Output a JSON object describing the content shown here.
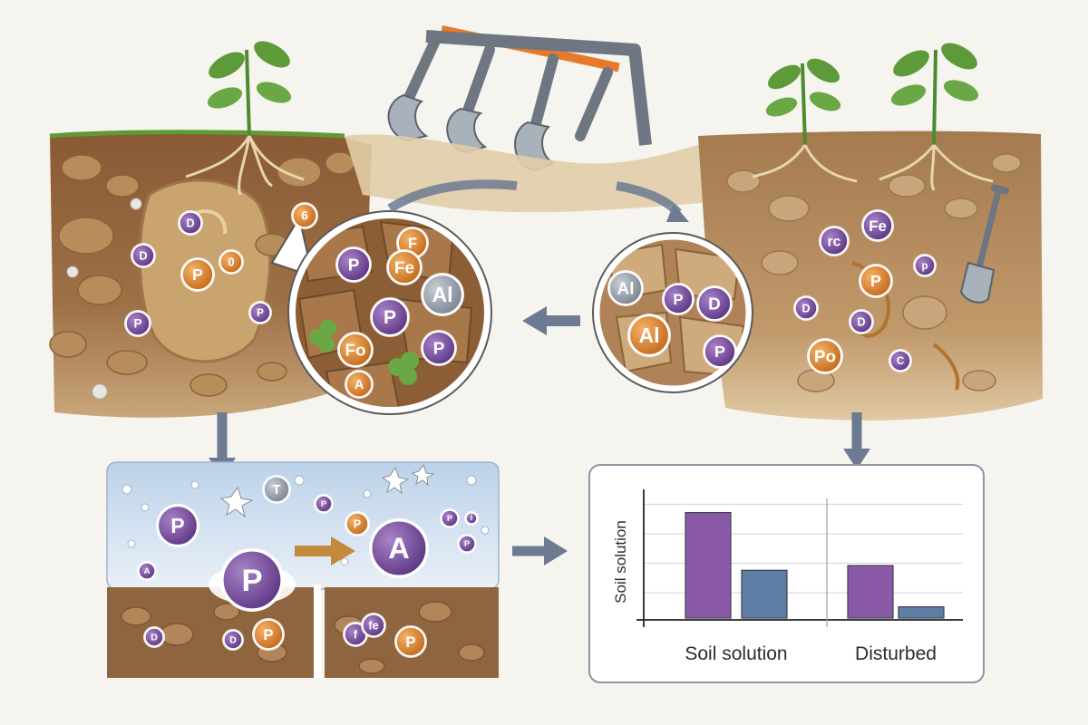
{
  "colors": {
    "soil_dark": "#7a5230",
    "soil_mid": "#9c7044",
    "soil_light": "#d9c09a",
    "phosphate": "#7b4fa0",
    "iron_orange": "#d9822b",
    "aluminum_grey": "#8f96a3",
    "arrow": "#6c7a92",
    "tiller_orange": "#e8782a",
    "tiller_grey": "#6e7781",
    "bar_purple": "#8a5aa8",
    "bar_blue": "#5f7ea6",
    "leaf_green": "#5c9a3a"
  },
  "icons": {
    "tillage_tool": "tiller-icon",
    "plant": "seedling-icon",
    "shovel": "shovel-icon"
  },
  "magnifier_left": {
    "ions": [
      "F",
      "P",
      "Fe",
      "Al",
      "P",
      "Fo",
      "P",
      "A"
    ]
  },
  "magnifier_right": {
    "ions": [
      "Al",
      "P",
      "D",
      "Al",
      "P"
    ]
  },
  "soil_left": {
    "ions": [
      "6",
      "D",
      "D",
      "P",
      "0",
      "P",
      "P"
    ]
  },
  "soil_right": {
    "ions": [
      "Fe",
      "rc",
      "P",
      "p",
      "D",
      "D",
      "Po",
      "C"
    ]
  },
  "solution_panel": {
    "ions": [
      "T",
      "P",
      "P",
      "A",
      "P",
      "P",
      "A",
      "P",
      "I",
      "P",
      "f"
    ]
  },
  "subsoil_left": {
    "ions": [
      "D",
      "D",
      "P"
    ]
  },
  "subsoil_right": {
    "ions": [
      "fe",
      "P"
    ]
  },
  "chart_data": {
    "type": "bar",
    "title": "",
    "xlabel": "",
    "ylabel": "Soil solution",
    "categories": [
      "Soil solution",
      "Disturbed"
    ],
    "series": [
      {
        "color": "#8a5aa8",
        "values": [
          0.88,
          0.43
        ]
      },
      {
        "color": "#5f7ea6",
        "values": [
          0.39,
          0.08
        ]
      }
    ],
    "ylim": [
      0,
      1
    ],
    "grid": true,
    "legend": "none"
  }
}
